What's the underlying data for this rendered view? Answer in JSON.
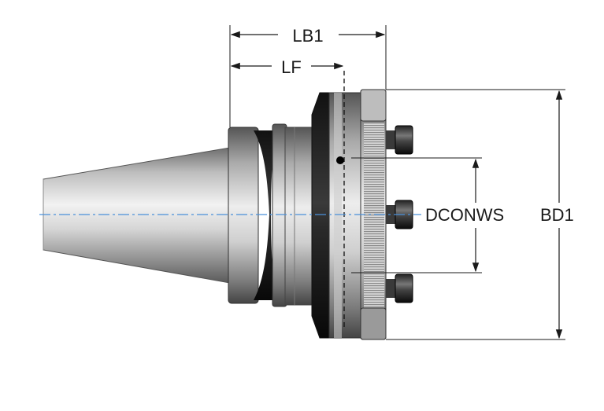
{
  "labels": {
    "lb1": "LB1",
    "lf": "LF",
    "dconws": "DCONWS",
    "bd1": "BD1"
  },
  "colors": {
    "line": "#1a1a1a",
    "centerline": "#4a90d9",
    "metal_light": "#e8e8e8",
    "metal_mid": "#9a9a9a",
    "metal_dark": "#3a3a3a",
    "black": "#0d0d0d"
  }
}
